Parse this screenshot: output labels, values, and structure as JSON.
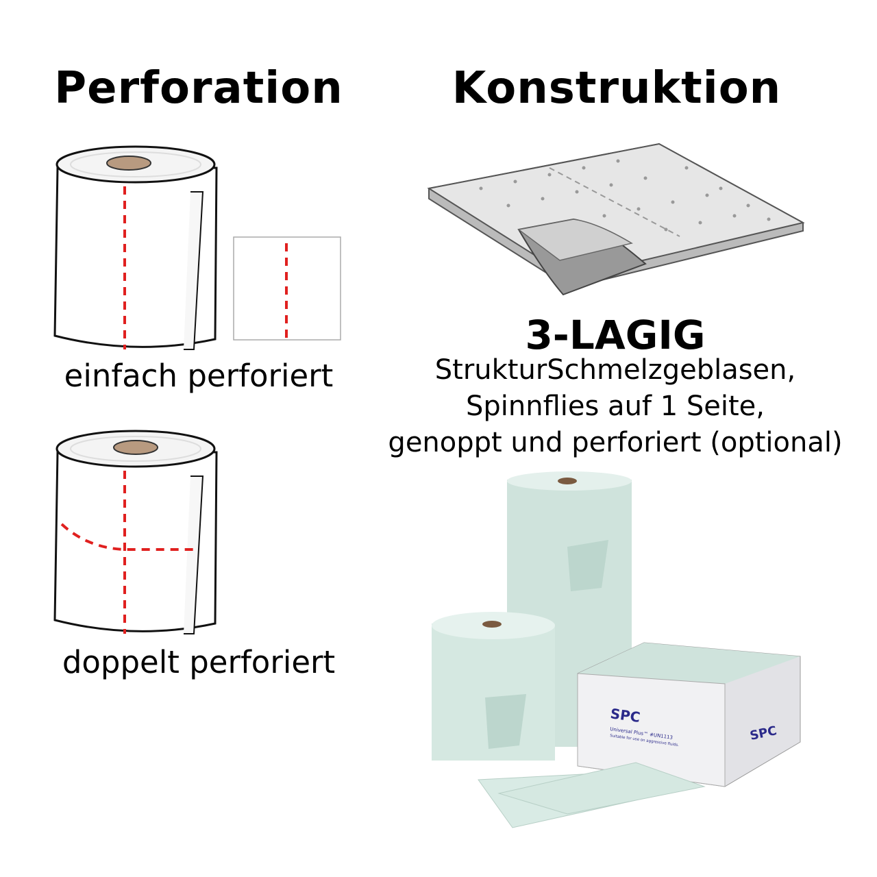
{
  "perforation": {
    "title": "Perforation",
    "single_caption": "einfach perforiert",
    "double_caption": "doppelt perforiert",
    "perforation_color": "#e0201f"
  },
  "construction": {
    "title": "Konstruktion",
    "layers_heading": "3-LAGIG",
    "description_lines": [
      "StrukturSchmelzgeblasen,",
      "Spinnflies auf 1 Seite,",
      "genoppt und perforiert (optional)"
    ]
  },
  "product_photo": {
    "box_logo": "SPC",
    "box_label": "Universal Plus™ #UN1113",
    "box_sublabel": "Suitable for use on aggressive fluids.",
    "product_color": "#cfe3dc"
  }
}
